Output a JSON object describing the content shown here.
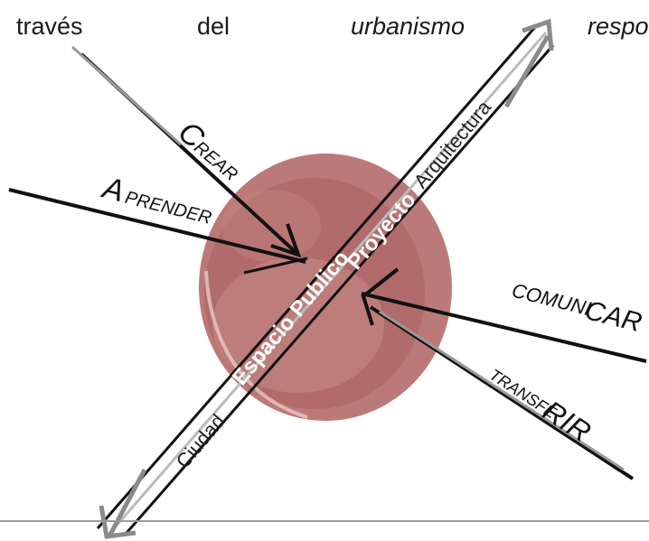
{
  "header": {
    "word1": "través",
    "word2": "del",
    "word3": "urbanismo",
    "word4": "respo"
  },
  "verbs": {
    "crear_cap": "C",
    "crear_rest": "REAR",
    "aprender_cap": "A",
    "aprender_rest": "PRENDER",
    "comunicar_rest": "COMUNI",
    "comunicar_end": "CAR",
    "transferir_rest": "TRANSFE",
    "transferir_end": "RIR"
  },
  "band": {
    "ciudad": "Ciudad",
    "espacio_publico": "Espacio Publico",
    "proyecto": "Proyecto",
    "arquitectura": "Arquitectura"
  },
  "colors": {
    "circle_fill": "#b06a6a",
    "circle_light": "#c98f8a",
    "ink": "#111111",
    "arrow_grey": "#8a8a8a",
    "rule": "#9a9a9a"
  }
}
